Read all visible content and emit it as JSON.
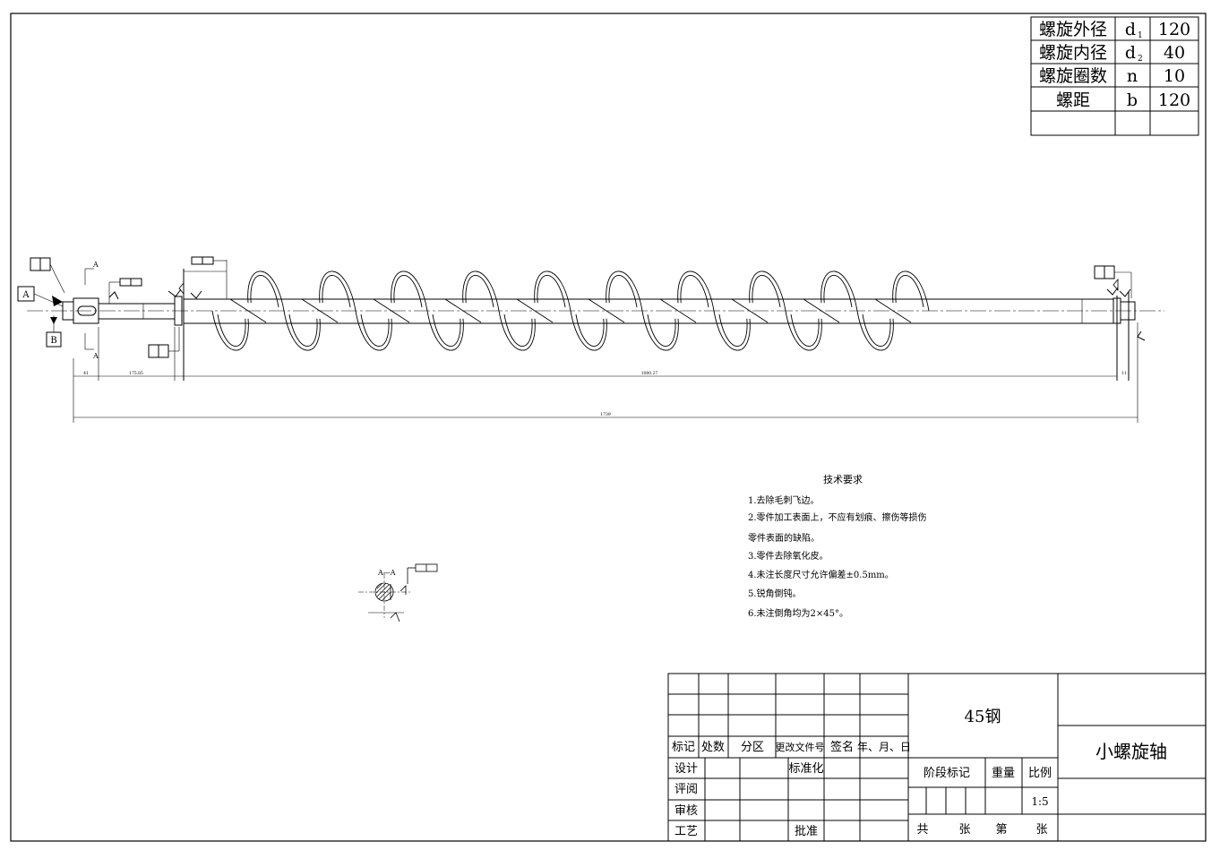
{
  "spec_table": {
    "rows": [
      {
        "name": "螺旋外径",
        "symbol": "d",
        "sub": "1",
        "value": "120"
      },
      {
        "name": "螺旋内径",
        "symbol": "d",
        "sub": "2",
        "value": "40"
      },
      {
        "name": "螺旋圈数",
        "symbol": "n",
        "sub": "",
        "value": "10"
      },
      {
        "name": "螺距",
        "symbol": "b",
        "sub": "",
        "value": "120"
      }
    ]
  },
  "datum": {
    "a": "A",
    "b": "B",
    "section": "A",
    "section_view": "A—A"
  },
  "dimensions": {
    "overall": "1739",
    "main_span": "1080.27",
    "shaft_a": "175.85",
    "seg_small": "41",
    "seg_end": "11"
  },
  "tech": {
    "title": "技术要求",
    "items": [
      "1.去除毛刺飞边。",
      "2.零件加工表面上，不应有划痕、擦伤等损伤",
      "零件表面的缺陷。",
      "3.零件去除氧化皮。",
      "4.未注长度尺寸允许偏差±0.5mm。",
      "5.锐角倒钝。",
      "6.未注倒角均为2×45°。"
    ]
  },
  "title_block": {
    "material": "45钢",
    "part_name": "小螺旋轴",
    "labels": {
      "biaoji": "标记",
      "chushu": "处数",
      "fenqu": "分区",
      "genggai": "更改文件号",
      "qianming": "签名",
      "nianyueri": "年、月、日",
      "sheji": "设计",
      "biaozhunhua": "标准化",
      "pingyue": "评阅",
      "shenhe": "审核",
      "gongyi": "工艺",
      "pizhun": "批准",
      "jieduan": "阶段标记",
      "zhongliang": "重量",
      "bili": "比例",
      "gong": "共",
      "zhang1": "张",
      "di": "第",
      "zhang2": "张"
    },
    "scale": "1:5"
  }
}
